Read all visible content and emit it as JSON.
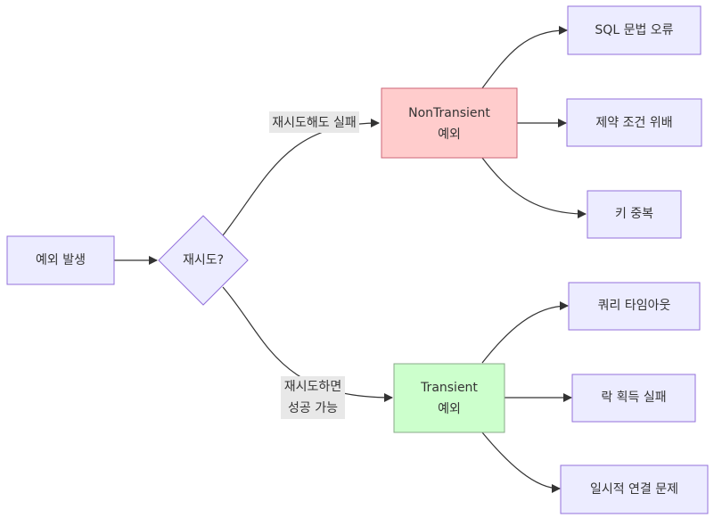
{
  "colors": {
    "default_fill": "#ececff",
    "default_stroke": "#9370db",
    "nontransient_fill": "#ffcccc",
    "nontransient_stroke": "#cc6677",
    "transient_fill": "#ccffcc",
    "transient_stroke": "#88aa88",
    "edge": "#333333",
    "edge_label_bg": "#e8e8e8"
  },
  "nodes": {
    "exception": {
      "label": "예외 발생"
    },
    "decision": {
      "label": "재시도?"
    },
    "nontransient": {
      "line1": "NonTransient",
      "line2": "예외"
    },
    "transient": {
      "line1": "Transient",
      "line2": "예외"
    },
    "sql_syntax": {
      "label": "SQL 문법 오류"
    },
    "constraint": {
      "label": "제약 조건 위배"
    },
    "duplicate_key": {
      "label": "키 중복"
    },
    "query_timeout": {
      "label": "쿼리 타임아웃"
    },
    "lock_fail": {
      "label": "락 획득 실패"
    },
    "temp_conn": {
      "label": "일시적 연결 문제"
    }
  },
  "edges": {
    "fail_even_retry": {
      "label": "재시도해도 실패"
    },
    "succeed_if_retry": {
      "line1": "재시도하면",
      "line2": "성공 가능"
    }
  }
}
